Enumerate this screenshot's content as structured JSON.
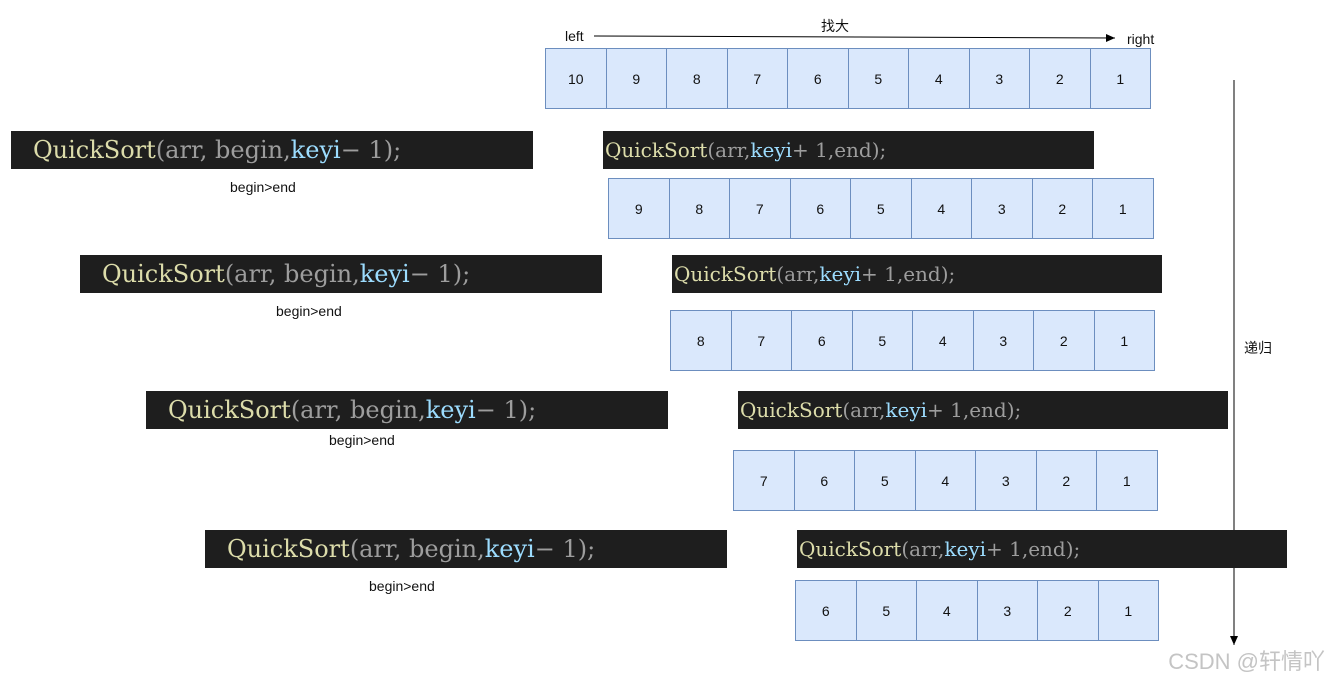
{
  "top": {
    "left_label": "left",
    "right_label": "right",
    "find_label": "找大"
  },
  "recursion_label": "递归",
  "arrays": [
    [
      "10",
      "9",
      "8",
      "7",
      "6",
      "5",
      "4",
      "3",
      "2",
      "1"
    ],
    [
      "9",
      "8",
      "7",
      "6",
      "5",
      "4",
      "3",
      "2",
      "1"
    ],
    [
      "8",
      "7",
      "6",
      "5",
      "4",
      "3",
      "2",
      "1"
    ],
    [
      "7",
      "6",
      "5",
      "4",
      "3",
      "2",
      "1"
    ],
    [
      "6",
      "5",
      "4",
      "3",
      "2",
      "1"
    ]
  ],
  "left_call": {
    "fn": "QuickSort",
    "open": "(arr,  begin,  ",
    "var": "keyi",
    "rest": " − 1);"
  },
  "right_call": {
    "fn": "QuickSort",
    "open": "(arr,  ",
    "var": "keyi",
    "rest": " + 1,end);"
  },
  "begin_end_note": "begin>end",
  "watermark": "CSDN @轩情吖"
}
